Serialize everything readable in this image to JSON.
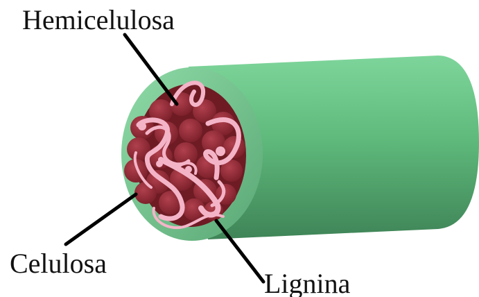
{
  "labels": {
    "hemicellulose": "Hemicelulosa",
    "cellulose": "Celulosa",
    "lignin": "Lignina"
  },
  "colors": {
    "lignin_light": "#7fd39a",
    "lignin_mid": "#5cb579",
    "lignin_dark": "#3f8a5a",
    "cellulose": "#8a2530",
    "cellulose_light": "#a83a46",
    "hemicellulose": "#f4b4c8",
    "leader_line": "#000000"
  }
}
